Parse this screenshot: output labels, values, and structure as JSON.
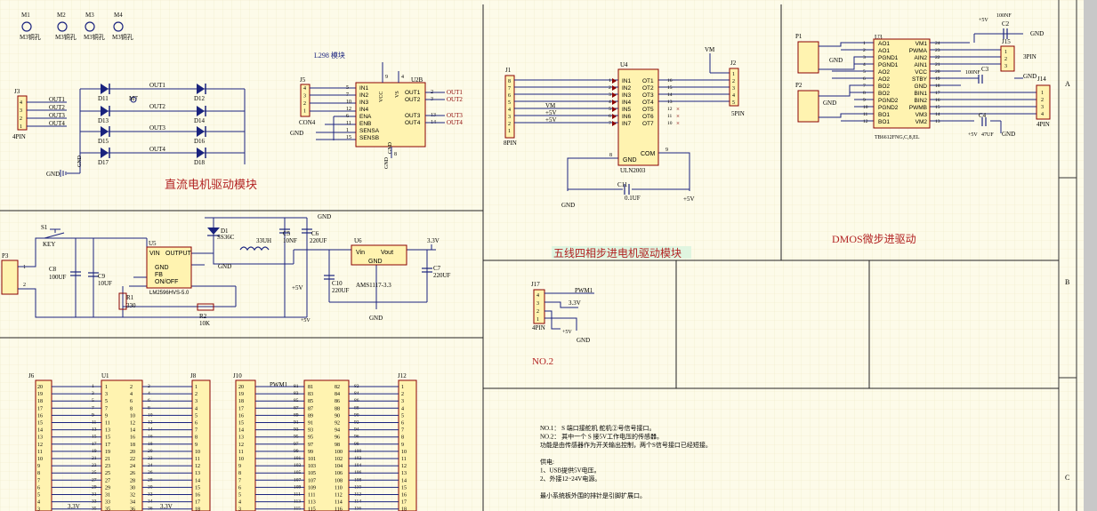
{
  "motors": [
    "M1",
    "M2",
    "M3",
    "M4"
  ],
  "motor_caption": "M3铜孔",
  "dc": {
    "title": "直流电机驱动模块",
    "j3": {
      "ref": "J3",
      "type": "4PIN",
      "pins": [
        "4",
        "3",
        "2",
        "1"
      ],
      "nets": [
        "OUT1",
        "OUT2",
        "OUT3",
        "OUT4"
      ]
    },
    "diodes": [
      "D11",
      "D12",
      "D13",
      "D14",
      "D15",
      "D16",
      "D17",
      "D18"
    ],
    "motor": "M7",
    "outs": [
      "OUT1",
      "OUT2",
      "OUT3",
      "OUT4"
    ],
    "gnd": "GND",
    "j5": {
      "ref": "J5",
      "type": "CON4",
      "pins": [
        "4",
        "3",
        "2",
        "1"
      ]
    },
    "u2": {
      "title": "L298 模块",
      "ref": "U2B",
      "left": [
        "IN1",
        "IN2",
        "IN3",
        "IN4",
        "ENA",
        "ENB",
        "SENSA",
        "SENSB"
      ],
      "left_nums": [
        "5",
        "7",
        "10",
        "12",
        "6",
        "11",
        "1",
        "15"
      ],
      "right": [
        "OUT1",
        "OUT2",
        "OUT3",
        "OUT4"
      ],
      "right_nums": [
        "2",
        "3",
        "13",
        "14"
      ],
      "vcc": "VCC",
      "vs": "VS",
      "gnd": "GND",
      "out_nets": [
        "OUT1",
        "OUT2",
        "OUT3",
        "OUT4"
      ],
      "pin9": "9",
      "pin4": "4",
      "pin8": "8"
    }
  },
  "uln": {
    "title": "五线四相步进电机驱动模块",
    "j1": {
      "ref": "J1",
      "type": "8PIN",
      "pins": [
        "8",
        "7",
        "6",
        "5",
        "4",
        "3",
        "2",
        "1"
      ]
    },
    "u4": {
      "ref": "U4",
      "part": "ULN2003",
      "left": [
        "IN1",
        "IN2",
        "IN3",
        "IN4",
        "IN5",
        "IN6",
        "IN7"
      ],
      "left_nums": [
        "1",
        "2",
        "3",
        "4",
        "5",
        "6",
        "7"
      ],
      "right": [
        "OT1",
        "OT2",
        "OT3",
        "OT4",
        "OT5",
        "OT6",
        "OT7"
      ],
      "right_nums": [
        "16",
        "15",
        "14",
        "13",
        "12",
        "11",
        "10"
      ],
      "gnd": "GND",
      "com": "COM",
      "gnd_num": "8",
      "com_num": "9"
    },
    "nets": [
      "VM",
      "+5V",
      "+5V"
    ],
    "j2": {
      "ref": "J2",
      "type": "5PIN",
      "pins": [
        "1",
        "2",
        "3",
        "4",
        "5"
      ],
      "net": "VM"
    },
    "c11": {
      "ref": "C11",
      "value": "0.1UF"
    },
    "gnd": "GND",
    "plus5": "+5V"
  },
  "dmos": {
    "title": "DMOS微步进驱动",
    "p1": "P1",
    "p2": "P2",
    "gnd": "GND",
    "u3": {
      "ref": "U3",
      "part": "TB6612FNG,C,8,EL",
      "left": [
        "AO1",
        "AO1",
        "PGND1",
        "PGND1",
        "AO2",
        "AO2",
        "BO2",
        "BO2",
        "PGND2",
        "PGND2",
        "BO1",
        "BO1"
      ],
      "left_nums": [
        "1",
        "2",
        "3",
        "4",
        "5",
        "6",
        "7",
        "8",
        "9",
        "10",
        "11",
        "12"
      ],
      "right": [
        "VM1",
        "PWMA",
        "AIN2",
        "AIN1",
        "VCC",
        "STBY",
        "GND",
        "BIN1",
        "BIN2",
        "PWMB",
        "VM3",
        "VM2"
      ],
      "right_nums": [
        "24",
        "23",
        "22",
        "21",
        "20",
        "19",
        "18",
        "17",
        "16",
        "15",
        "14",
        "13"
      ]
    },
    "j15": {
      "ref": "J15",
      "type": "3PIN",
      "pins": [
        "1",
        "2",
        "3"
      ]
    },
    "j14": {
      "ref": "J14",
      "type": "4PIN",
      "pins": [
        "1",
        "2",
        "3",
        "4"
      ]
    },
    "c2": {
      "ref": "C2",
      "value": "100NF"
    },
    "c3": {
      "ref": "C3",
      "value": "100NF"
    },
    "c4": {
      "ref": "C4",
      "value": "47UF"
    },
    "plus5": "+5V",
    "gnd_net": "GND"
  },
  "power": {
    "p3": "P3",
    "s1": "S1",
    "key": "KEY",
    "c8": {
      "ref": "C8",
      "value": "100UF"
    },
    "c9": {
      "ref": "C9",
      "value": "10UF"
    },
    "u5": {
      "ref": "U5",
      "part": "LM2596HVS-5.0",
      "pins": [
        "VIN",
        "OUTPUT",
        "GND",
        "FB",
        "ON/OFF"
      ]
    },
    "d1": {
      "ref": "D1",
      "part": "SS36C"
    },
    "l": "33UH",
    "c5": {
      "ref": "C5",
      "value": "10NF"
    },
    "c6": {
      "ref": "C6",
      "value": "220UF"
    },
    "r1": {
      "ref": "R1",
      "value": "330"
    },
    "r2": {
      "ref": "R2",
      "value": "10K"
    },
    "c10": {
      "ref": "C10",
      "value": "220UF"
    },
    "u6": {
      "ref": "U6",
      "part": "AMS1117-3.3",
      "vin": "Vin",
      "vout": "Vout",
      "gnd": "GND"
    },
    "c7": {
      "ref": "C7",
      "value": "220UF"
    },
    "v33": "3.3V",
    "plus5": "+5V",
    "gnd": "GND"
  },
  "j17": {
    "ref": "J17",
    "type": "4PIN",
    "pins": [
      "4",
      "3",
      "2",
      "1"
    ],
    "nets": [
      "PWM1",
      "3.3V",
      "+5V",
      "GND"
    ]
  },
  "no2": "NO.2",
  "notes": [
    "NO.1： S 端口接舵机 舵机②号信号接口。",
    "NO.2： 其中一个 S 接5V工作电压的传感器。",
    "功能是由传感器作为开关输出控制，两个S信号接口已经短接。",
    "",
    "供电:",
    "1、USB提供5V电压。",
    "2、外接12~24V电源。",
    "",
    "最小系统板外围的排针是引脚扩展口。"
  ],
  "border_letters": [
    "A",
    "B",
    "C"
  ],
  "headers": {
    "j6": "J6",
    "u1": "U1",
    "j8": "J8",
    "j10": "J10",
    "j12": "J12",
    "pwm1": "PWM1",
    "v33a": "3.3V",
    "v33b": "3.3V",
    "j6_pins": [
      "20",
      "19",
      "18",
      "17",
      "16",
      "15",
      "14",
      "13",
      "12",
      "11",
      "10",
      "9",
      "8",
      "7",
      "6",
      "5",
      "4",
      "3"
    ],
    "u1_rows": [
      [
        "1",
        "2"
      ],
      [
        "3",
        "4"
      ],
      [
        "5",
        "6"
      ],
      [
        "7",
        "8"
      ],
      [
        "9",
        "10"
      ],
      [
        "11",
        "12"
      ],
      [
        "13",
        "14"
      ],
      [
        "15",
        "16"
      ],
      [
        "17",
        "18"
      ],
      [
        "19",
        "20"
      ],
      [
        "21",
        "22"
      ],
      [
        "23",
        "24"
      ],
      [
        "25",
        "26"
      ],
      [
        "27",
        "28"
      ],
      [
        "29",
        "30"
      ],
      [
        "31",
        "32"
      ],
      [
        "33",
        "34"
      ],
      [
        "35",
        "36"
      ]
    ],
    "j8_pins": [
      "1",
      "2",
      "3",
      "4",
      "5",
      "6",
      "7",
      "8",
      "9",
      "10",
      "11",
      "12",
      "13",
      "14",
      "15",
      "16",
      "17",
      "18"
    ],
    "j10_pins": [
      "20",
      "19",
      "18",
      "17",
      "16",
      "15",
      "14",
      "13",
      "12",
      "11",
      "10",
      "9",
      "8",
      "7",
      "6",
      "5",
      "4",
      "3"
    ],
    "u1b_rows": [
      [
        "81",
        "82"
      ],
      [
        "83",
        "84"
      ],
      [
        "85",
        "86"
      ],
      [
        "87",
        "88"
      ],
      [
        "89",
        "90"
      ],
      [
        "91",
        "92"
      ],
      [
        "93",
        "94"
      ],
      [
        "95",
        "96"
      ],
      [
        "97",
        "98"
      ],
      [
        "99",
        "100"
      ],
      [
        "101",
        "102"
      ],
      [
        "103",
        "104"
      ],
      [
        "105",
        "106"
      ],
      [
        "107",
        "108"
      ],
      [
        "109",
        "110"
      ],
      [
        "111",
        "112"
      ],
      [
        "113",
        "114"
      ],
      [
        "115",
        "116"
      ]
    ],
    "j12_pins": [
      "1",
      "2",
      "3",
      "4",
      "5",
      "6",
      "7",
      "8",
      "9",
      "10",
      "11",
      "12",
      "13",
      "14",
      "15",
      "16",
      "17",
      "18"
    ]
  }
}
